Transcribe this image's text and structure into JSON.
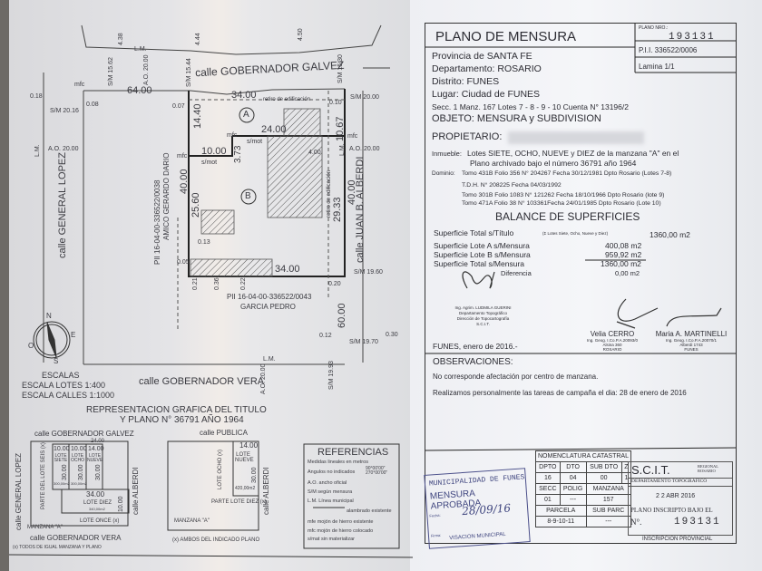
{
  "plan": {
    "streets": {
      "galvez": "calle GOBERNADOR GALVEZ",
      "lopez": "calle GENERAL LOPEZ",
      "alberdi": "calle JUAN B. ALBERDI",
      "vera": "calle GOBERNADOR VERA"
    },
    "lots": {
      "a": "A",
      "b": "B"
    },
    "dims": [
      "64.00",
      "34.00",
      "14.40",
      "10.67",
      "24.00",
      "10.00",
      "3.73",
      "40.00",
      "25.60",
      "40.00",
      "29.33",
      "34.00",
      "60.00",
      "4.00"
    ],
    "small": [
      "L.M.",
      "A.O. 20.00",
      "S/M 15.62",
      "S/M 15.44",
      "S/M 15.30",
      "S/M 20.00",
      "S/M 20.16",
      "A.O. 20.00",
      "A.O. 20.00",
      "L.M.",
      "L.M.",
      "S/M 19.60",
      "S/M 19.70",
      "S/M 19.93",
      "A.O. 20.00",
      "L.M.",
      "0.18",
      "0.08",
      "0.07",
      "0.10",
      "0.13",
      "0.05",
      "0.21",
      "0.36",
      "0.22",
      "0.20",
      "0.12",
      "0.30",
      "mfc",
      "mfc",
      "mfc",
      "mfc",
      "s/mot",
      "s/mot",
      "retiro de edificación",
      "retiro de edificación",
      "4.38",
      "4.44",
      "4.50"
    ],
    "neighbors": {
      "n1_pii": "PII 16-04-00-336522/0038",
      "n1_name": "AMICO GERARDO DARIO",
      "n2_pii": "PII 16-04-00-336522/0043",
      "n2_name": "GARCIA PEDRO"
    },
    "compass": {
      "n": "N",
      "s": "S",
      "e": "E",
      "o": "O"
    },
    "scales": {
      "title": "ESCALAS",
      "lotes": "ESCALA LOTES 1:400",
      "calles": "ESCALA CALLES 1:1000"
    },
    "title_rep": {
      "line1": "REPRESENTACION GRAFICA DEL TITULO",
      "line2": "Y PLANO N° 36791 AÑO 1964"
    },
    "mini1": {
      "top": "calle GOBERNADOR GALVEZ",
      "left": "calle GENERAL LOPEZ",
      "right": "calle ALBERDI",
      "bottom": "calle GOBERNADOR VERA",
      "note": "(x) TODOS DE IGUAL MANZANA Y PLANO",
      "manzana": "MANZANA \"A\"",
      "once": "LOTE ONCE (x)",
      "seis": "PARTE DEL LOTE SEIS (x)",
      "dims": [
        "24.00",
        "10.00",
        "10.00",
        "14.00",
        "30.00",
        "30.00",
        "30.00",
        "34.00",
        "10.00"
      ],
      "siete": "LOTE SIETE",
      "ocho": "LOTE OCHO",
      "nueve": "LOTE NUEVE",
      "diez": "LOTE DIEZ",
      "a1": "300,00m2",
      "a2": "300,00m2",
      "a3": "340,00m2"
    },
    "mini2": {
      "top": "calle PUBLICA",
      "right": "calle ALBERDI",
      "note": "(x) AMBOS DEL INDICADO PLANO",
      "manzana": "MANZANA \"A\"",
      "ocho": "LOTE OCHO (x)",
      "nueve": "LOTE NUEVE",
      "area": "420,00m2",
      "diez": "PARTE LOTE DIEZ (x)",
      "d1": "14.00",
      "d2": "30.00"
    },
    "referencias": {
      "title": "REFERENCIAS",
      "items": [
        "Medidas lineales en metros",
        "Angulos no indicados",
        "A.O. ancho oficial",
        "S/M según mensura",
        "L.M. Línea municipal",
        "alambrado existente",
        "mfe mojón de hierro existente",
        "mfc mojón de hierro colocado",
        "s/mat sin materializar"
      ],
      "angles": "90°00'00\" 270°00'00\""
    }
  },
  "header": {
    "title": "PLANO DE MENSURA",
    "plano_label": "PLANO NRO.:",
    "plano_nro": "193131",
    "pii": "P.I.I. 336522/0006",
    "lamina": "Lamina 1/1"
  },
  "info": {
    "provincia": "Provincia de SANTA FE",
    "departamento": "Departamento: ROSARIO",
    "distrito": "Distrito: FUNES",
    "lugar": "Lugar: Ciudad de FUNES",
    "secc": "Secc.  1   Manz.  167  Lotes 7 - 8 - 9 - 10    Cuenta N° 13196/2",
    "objeto": "OBJETO: MENSURA y SUBDIVISION",
    "propietario": "PROPIETARIO:"
  },
  "inmueble": {
    "label": "Inmueble:",
    "line1": "Lotes SIETE, OCHO, NUEVE y DIEZ de la manzana \"A\" en el",
    "line2": "Plano archivado bajo el número 36791 año 1964"
  },
  "dominio": {
    "label": "Dominio:",
    "lines": [
      "Tomo 431B Folio 356 N° 204267 Fecha 30/12/1981 Dpto Rosario (Lotes 7-8)",
      "T.D.H. N° 208225 Fecha 04/03/1992",
      "Tomo 301B Folio 1083 N° 121262 Fecha 18/10/1966 Dpto Rosario (lote 9)",
      "Tomo 471A Folio 38 N° 103361Fecha 24/01/1985 Dpto Rosario (Lote 10)"
    ]
  },
  "balance": {
    "title": "BALANCE DE SUPERFICIES",
    "rows": [
      {
        "label": "Superficie Total s/Título",
        "note": "(Σ Lotes Siete, Ocho, Nueve y Diez)",
        "value": "1360,00 m2"
      },
      {
        "label": "Superficie Lote A s/Mensura",
        "value": "400,08 m2"
      },
      {
        "label": "Superficie Lote B s/Mensura",
        "value": "959,92 m2"
      },
      {
        "label": "Superficie Total s/Mensura",
        "value": "1360,00 m2"
      },
      {
        "label": "Diferencia",
        "value": "0,00 m2"
      }
    ]
  },
  "signatures": {
    "scit": [
      "Ing. Agrim. LUDMILA GUERINI",
      "Departamento Topográfico",
      "Dirección de Topocartografía",
      "S.C.I.T."
    ],
    "cerro": [
      "Velia CERRO",
      "Ing. Geog. I.Co.P.A.20093/0",
      "Alsina 360",
      "ROSARIO"
    ],
    "martinelli": [
      "Maria A. MARTINELLI",
      "Ing. Geog. I.Co.P.A.20070/1",
      "Alberdi 1743",
      "FUNES"
    ],
    "place_date": "FUNES, enero de 2016.-"
  },
  "observaciones": {
    "title": "OBSERVACIONES:",
    "lines": [
      "No corresponde afectación por centro de manzana.",
      "Realizamos personalmente las tareas de campaña el dia: 28 de enero de 2016"
    ]
  },
  "catastral": {
    "title": "NOMENCLATURA CATASTRAL",
    "h1": [
      "DPTO",
      "DTO",
      "SUB DTO",
      "Z"
    ],
    "v1": [
      "16",
      "04",
      "00",
      "1"
    ],
    "h2": [
      "SECC",
      "POLIG",
      "MANZANA"
    ],
    "v2": [
      "01",
      "---",
      "157"
    ],
    "h3": [
      "PARCELA",
      "SUB PARC"
    ],
    "v3": [
      "8-9-10-11",
      "---"
    ]
  },
  "municipal": {
    "line1": "MUNICIPALIDAD DE FUNES",
    "line2": "MENSURA APROBADA",
    "fecha_label": "Fecha:",
    "fecha": "28/09/16",
    "firma_label": "Firma:",
    "foot": "VISACION MUNICIPAL"
  },
  "scit": {
    "name": "S.C.I.T.",
    "regional": "REGIONAL ROSARIO",
    "dept": "DEPARTAMENTO TOPOGRAFICO",
    "date": "2 2  ABR  2016",
    "inscripto": "PLANO INSCRIPTO BAJO EL",
    "n_label": "N°.",
    "numero": "193131",
    "footer": "INSCRIPCION PROVINCIAL"
  }
}
